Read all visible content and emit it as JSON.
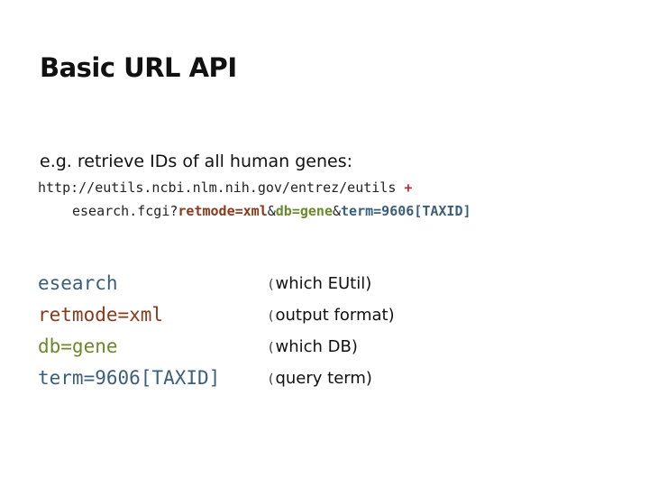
{
  "slide": {
    "title": "Basic URL API",
    "intro": "e.g. retrieve IDs of all human genes:",
    "url": {
      "base": "http://eutils.ncbi.nlm.nih.gov/entrez/eutils",
      "plus": "+",
      "script": "esearch.fcgi?",
      "retmode": "retmode=xml",
      "amp1": "&",
      "db": "db=gene",
      "amp2": "&",
      "term": "term=9606[TAXID]"
    },
    "params": [
      {
        "name": "esearch",
        "paren": "(",
        "desc": "which EUtil)"
      },
      {
        "name": "retmode=xml",
        "paren": "(",
        "desc": "output format)"
      },
      {
        "name": "db=gene",
        "paren": "(",
        "desc": "which DB)"
      },
      {
        "name": "term=9606[TAXID]",
        "paren": "(",
        "desc": "query term)"
      }
    ],
    "colors": {
      "esearch": "#3a5f7a",
      "retmode": "#8a3a1a",
      "db": "#6a8a2a",
      "term": "#3a5f7a",
      "plus": "#b03030"
    }
  }
}
